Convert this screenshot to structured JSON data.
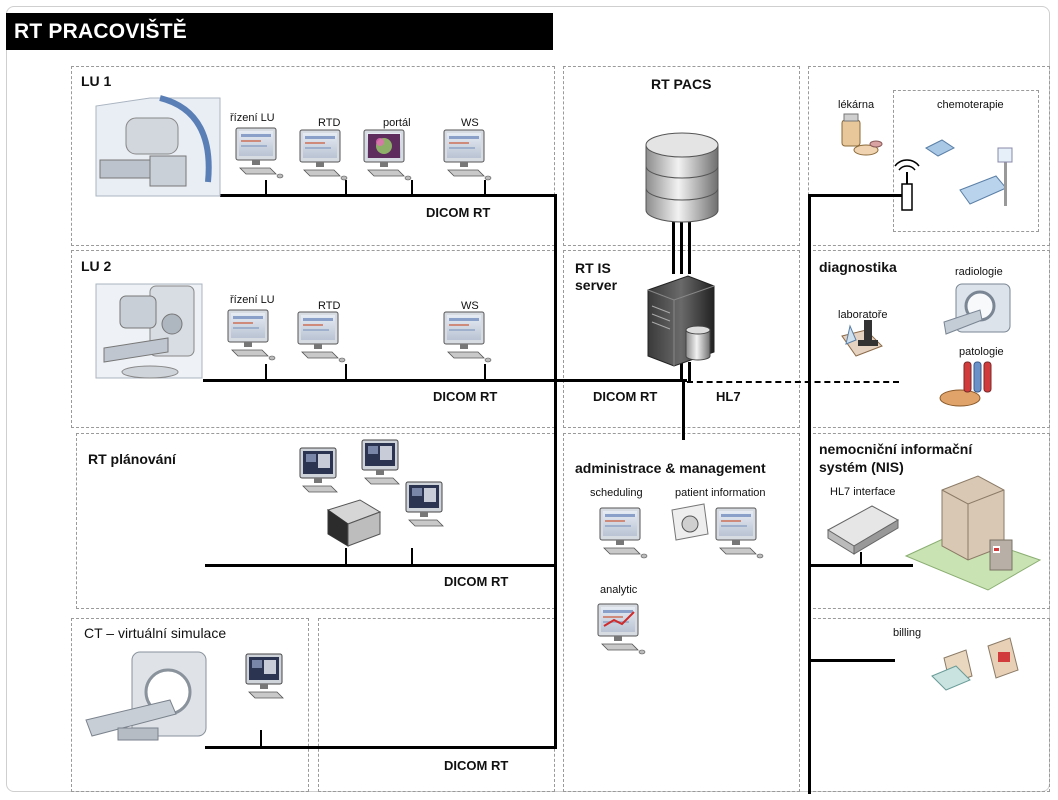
{
  "title": "RT PRACOVIŠTĚ",
  "lu1": {
    "title": "LU 1",
    "devices": [
      "řízení LU",
      "RTD",
      "portál",
      "WS"
    ],
    "bus": "DICOM RT"
  },
  "lu2": {
    "title": "LU 2",
    "devices": [
      "řízení LU",
      "RTD",
      "WS"
    ],
    "bus": "DICOM RT"
  },
  "planning": {
    "title": "RT  plánování",
    "bus": "DICOM RT"
  },
  "ct": {
    "title": "CT – virtuální simulace",
    "bus": "DICOM RT"
  },
  "pacs": {
    "title": "RT  PACS"
  },
  "server": {
    "title_line1": "RT IS",
    "title_line2": "server",
    "dicom": "DICOM RT",
    "hl7": "HL7"
  },
  "admin": {
    "title": "administrace & management",
    "scheduling": "scheduling",
    "patient_info": "patient information",
    "analytic": "analytic"
  },
  "right": {
    "pharmacy": "lékárna",
    "chemo": "chemoterapie",
    "diagnostics": "diagnostika",
    "radiology": "radiologie",
    "labs": "laboratoře",
    "pathology": "patologie",
    "nis_line1": "nemocniční informační",
    "nis_line2": "systém  (NIS)",
    "hl7_interface": "HL7 interface",
    "billing": "billing"
  }
}
